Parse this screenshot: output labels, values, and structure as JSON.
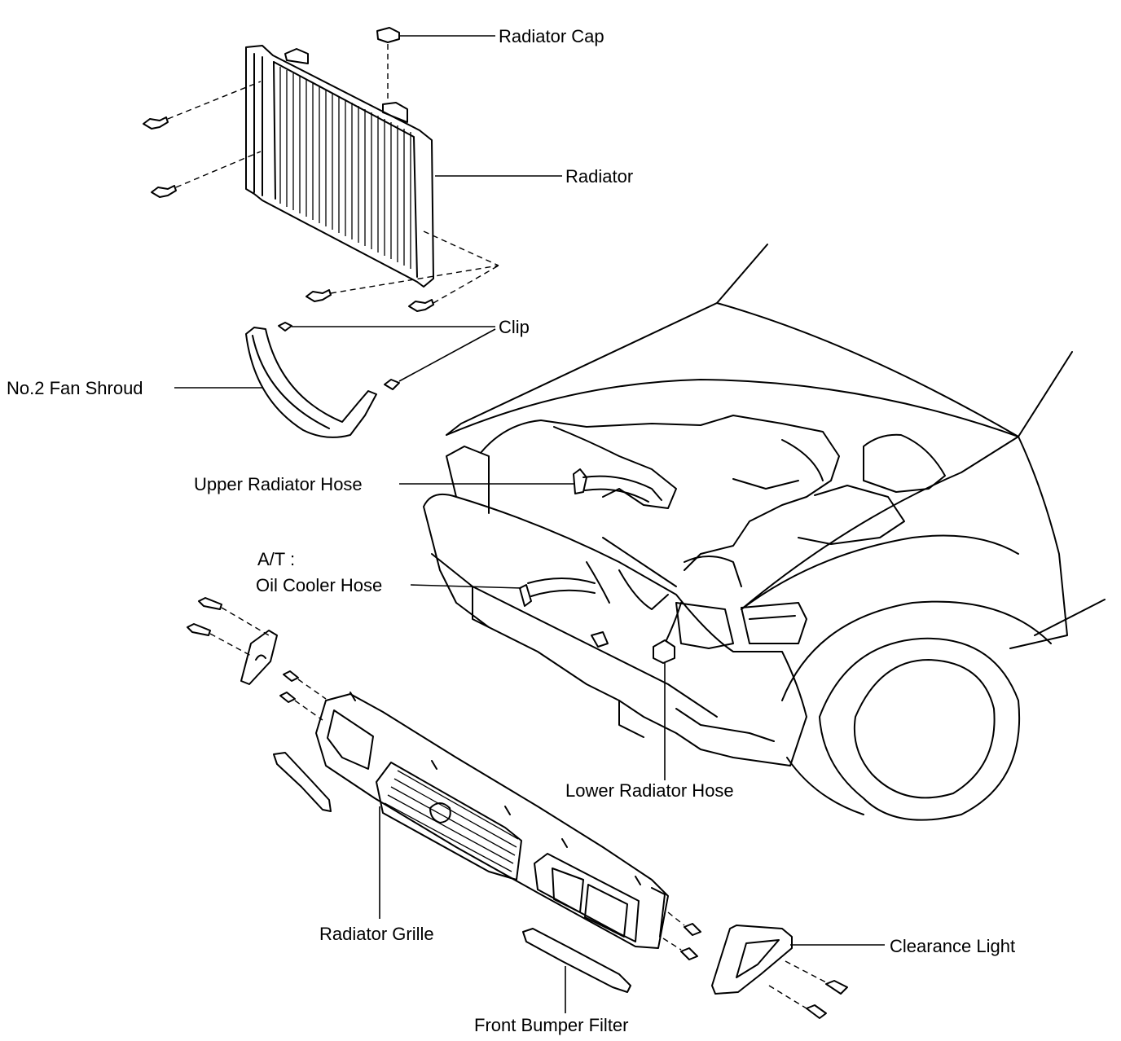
{
  "diagram": {
    "labels": {
      "radiator_cap": "Radiator Cap",
      "radiator": "Radiator",
      "clip": "Clip",
      "fan_shroud": "No.2 Fan Shroud",
      "upper_hose": "Upper Radiator Hose",
      "at_prefix": "A/T :",
      "oil_cooler_hose": "Oil Cooler Hose",
      "lower_hose": "Lower Radiator Hose",
      "radiator_grille": "Radiator Grille",
      "clearance_light": "Clearance Light",
      "front_bumper_filter": "Front Bumper Filter"
    }
  }
}
